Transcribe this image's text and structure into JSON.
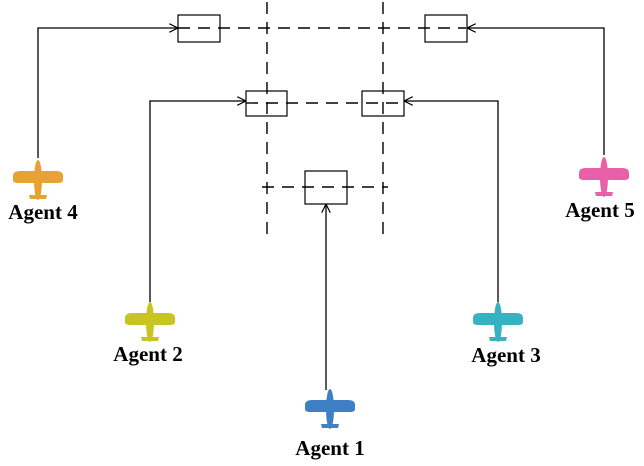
{
  "agents": [
    {
      "id": "agent-1",
      "label": "Agent 1",
      "color": "#3f7fc4",
      "icon": "airplane-icon"
    },
    {
      "id": "agent-2",
      "label": "Agent 2",
      "color": "#c8c421",
      "icon": "airplane-icon"
    },
    {
      "id": "agent-3",
      "label": "Agent 3",
      "color": "#37b2c2",
      "icon": "airplane-icon"
    },
    {
      "id": "agent-4",
      "label": "Agent 4",
      "color": "#e7a234",
      "icon": "airplane-icon"
    },
    {
      "id": "agent-5",
      "label": "Agent 5",
      "color": "#e760a8",
      "icon": "airplane-icon"
    }
  ],
  "colors": {
    "line": "#000000",
    "background": "#ffffff"
  }
}
